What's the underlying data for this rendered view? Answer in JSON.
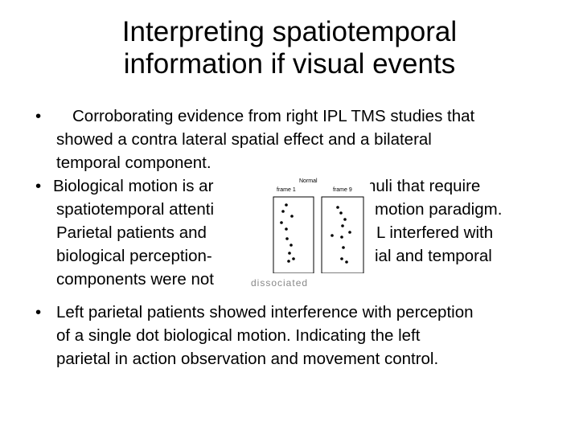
{
  "slide": {
    "title_lines": [
      "Interpreting spatiotemporal",
      "information if visual events"
    ],
    "bullet_char": "•",
    "bullets": [
      {
        "lines": [
          "Corroborating evidence from right IPL TMS studies that",
          "showed a contra lateral spatial effect and a bilateral",
          "temporal component."
        ]
      },
      {
        "lines": [
          "Biological motion is ar",
          "nuli that require",
          "spatiotemporal attenti",
          "motion paradigm.",
          "Parietal patients and",
          "L interfered with",
          "biological perception-",
          "ial and temporal",
          "components were not"
        ]
      },
      {
        "lines": [
          "Left parietal patients showed interference with perception",
          "of a single dot biological motion. Indicating the left",
          "parietal in action observation and movement control."
        ]
      }
    ],
    "figure": {
      "top_label": "Normal",
      "left_label": "frame 1",
      "right_label": "frame 9",
      "blurred_text": "dissociated"
    }
  }
}
